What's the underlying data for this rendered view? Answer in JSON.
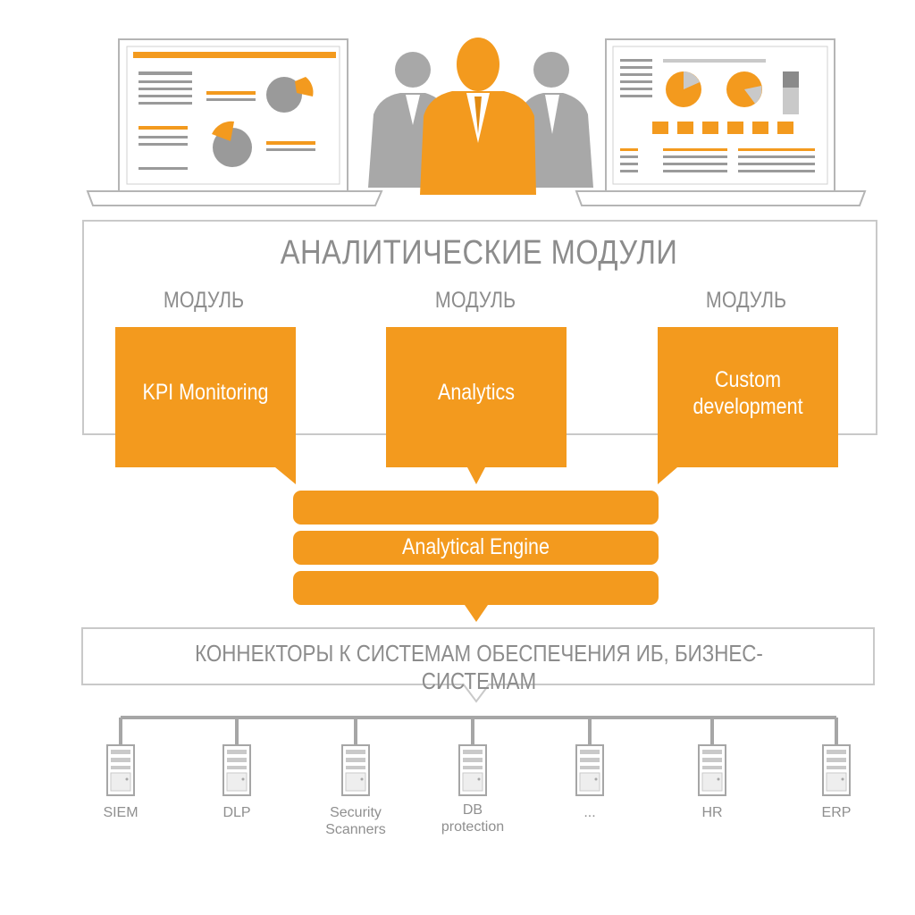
{
  "title": "АНАЛИТИЧЕСКИЕ МОДУЛИ",
  "modules": [
    {
      "caption": "МОДУЛЬ",
      "label": "KPI Monitoring"
    },
    {
      "caption": "МОДУЛЬ",
      "label": "Analytics"
    },
    {
      "caption": "МОДУЛЬ",
      "label": "Custom development"
    }
  ],
  "engine": {
    "label": "Analytical Engine"
  },
  "connectors": {
    "label": "КОННЕКТОРЫ К СИСТЕМАМ ОБЕСПЕЧЕНИЯ ИБ, БИЗНЕС-СИСТЕМАМ"
  },
  "systems": [
    {
      "line1": "SIEM",
      "line2": ""
    },
    {
      "line1": "DLP",
      "line2": ""
    },
    {
      "line1": "Security",
      "line2": "Scanners"
    },
    {
      "line1": "DB",
      "line2": "protection"
    },
    {
      "line1": "...",
      "line2": ""
    },
    {
      "line1": "HR",
      "line2": ""
    },
    {
      "line1": "ERP",
      "line2": ""
    }
  ],
  "colors": {
    "accent": "#f39a1e",
    "gray": "#9a9a9a",
    "light_gray": "#c9c9c9"
  },
  "icons": [
    "laptop-icon",
    "business-people-icon",
    "server-icon"
  ]
}
